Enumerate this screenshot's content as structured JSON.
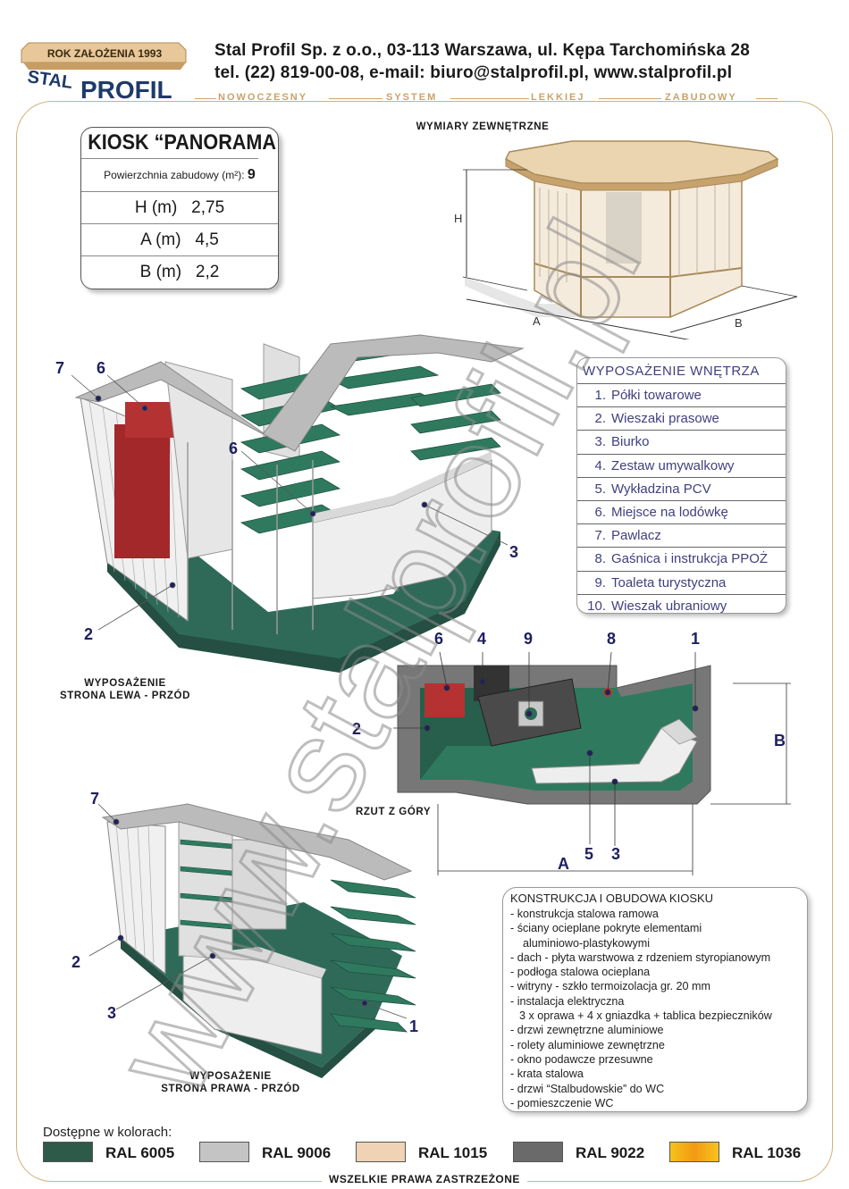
{
  "header": {
    "logo_year": "ROK ZAŁOŻENIA 1993",
    "logo_word1": "STAL",
    "logo_word2": "PROFIL",
    "company_line1": "Stal Profil Sp. z o.o., 03-113 Warszawa, ul. Kępa Tarchomińska 28",
    "company_line2": "tel. (22) 819-00-08,  e-mail: biuro@stalprofil.pl,  www.stalprofil.pl",
    "tagline": [
      "NOWOCZESNY",
      "SYSTEM",
      "LEKKIEJ",
      "ZABUDOWY"
    ]
  },
  "spec": {
    "title": "KIOSK “PANORAMA”",
    "area_label": "Powierzchnia zabudowy (m²):",
    "area_value": "9",
    "rows": [
      {
        "label": "H (m)",
        "value": "2,75"
      },
      {
        "label": "A (m)",
        "value": "4,5"
      },
      {
        "label": "B (m)",
        "value": "2,2"
      }
    ]
  },
  "external": {
    "title": "WYMIARY ZEWNĘTRZNE",
    "dim_h": "H",
    "dim_a": "A",
    "dim_b": "B"
  },
  "equipment": {
    "title": "WYPOSAŻENIE WNĘTRZA",
    "items": [
      {
        "n": "1.",
        "label": "Półki towarowe"
      },
      {
        "n": "2.",
        "label": "Wieszaki prasowe"
      },
      {
        "n": "3.",
        "label": "Biurko"
      },
      {
        "n": "4.",
        "label": "Zestaw umywalkowy"
      },
      {
        "n": "5.",
        "label": "Wykładzina PCV"
      },
      {
        "n": "6.",
        "label": "Miejsce na lodówkę"
      },
      {
        "n": "7.",
        "label": "Pawlacz"
      },
      {
        "n": "8.",
        "label": "Gaśnica i instrukcja PPOŻ"
      },
      {
        "n": "9.",
        "label": "Toaleta turystyczna"
      },
      {
        "n": "10.",
        "label": "Wieszak ubraniowy"
      }
    ]
  },
  "views": {
    "left_caption_1": "WYPOSAŻENIE",
    "left_caption_2": "STRONA LEWA - PRZÓD",
    "right_caption_1": "WYPOSAŻENIE",
    "right_caption_2": "STRONA PRAWA - PRZÓD",
    "top_caption": "RZUT Z GÓRY",
    "top_dim_a": "A",
    "top_dim_b": "B"
  },
  "callouts": {
    "left_view": [
      "7",
      "6",
      "6",
      "3",
      "2"
    ],
    "top_view": [
      "6",
      "4",
      "9",
      "8",
      "1",
      "2",
      "5",
      "3"
    ],
    "right_view": [
      "7",
      "2",
      "3",
      "1"
    ]
  },
  "construction": {
    "title": "KONSTRUKCJA I OBUDOWA KIOSKU",
    "items": [
      "- konstrukcja stalowa ramowa",
      "- ściany ocieplane pokryte elementami",
      "   aluminiowo-plastykowymi",
      "- dach - płyta warstwowa z rdzeniem styropianowym",
      "- podłoga stalowa ocieplana",
      "- witryny - szkło termoizolacja gr. 20 mm",
      "- instalacja elektryczna",
      "  3 x oprawa + 4 x gniazdka + tablica bezpieczników",
      "- drzwi zewnętrzne aluminiowe",
      "- rolety aluminiowe zewnętrzne",
      "- okno podawcze przesuwne",
      "- krata stalowa",
      "- drzwi “Stalbudowskie” do WC",
      "- pomieszczenie WC"
    ]
  },
  "colors": {
    "title": "Dostępne w kolorach:",
    "swatches": [
      {
        "label": "RAL 6005",
        "hex": "#2e5a4a"
      },
      {
        "label": "RAL 9006",
        "hex": "#c4c4c4"
      },
      {
        "label": "RAL 1015",
        "hex": "#efd3b4"
      },
      {
        "label": "RAL 9022",
        "hex": "#6a6a6a"
      },
      {
        "label": "RAL 1036",
        "hex": "#f2b31c"
      }
    ]
  },
  "footer": "WSZELKIE PRAWA ZASTRZEŻONE",
  "watermark": "www.stalprofil.pl"
}
